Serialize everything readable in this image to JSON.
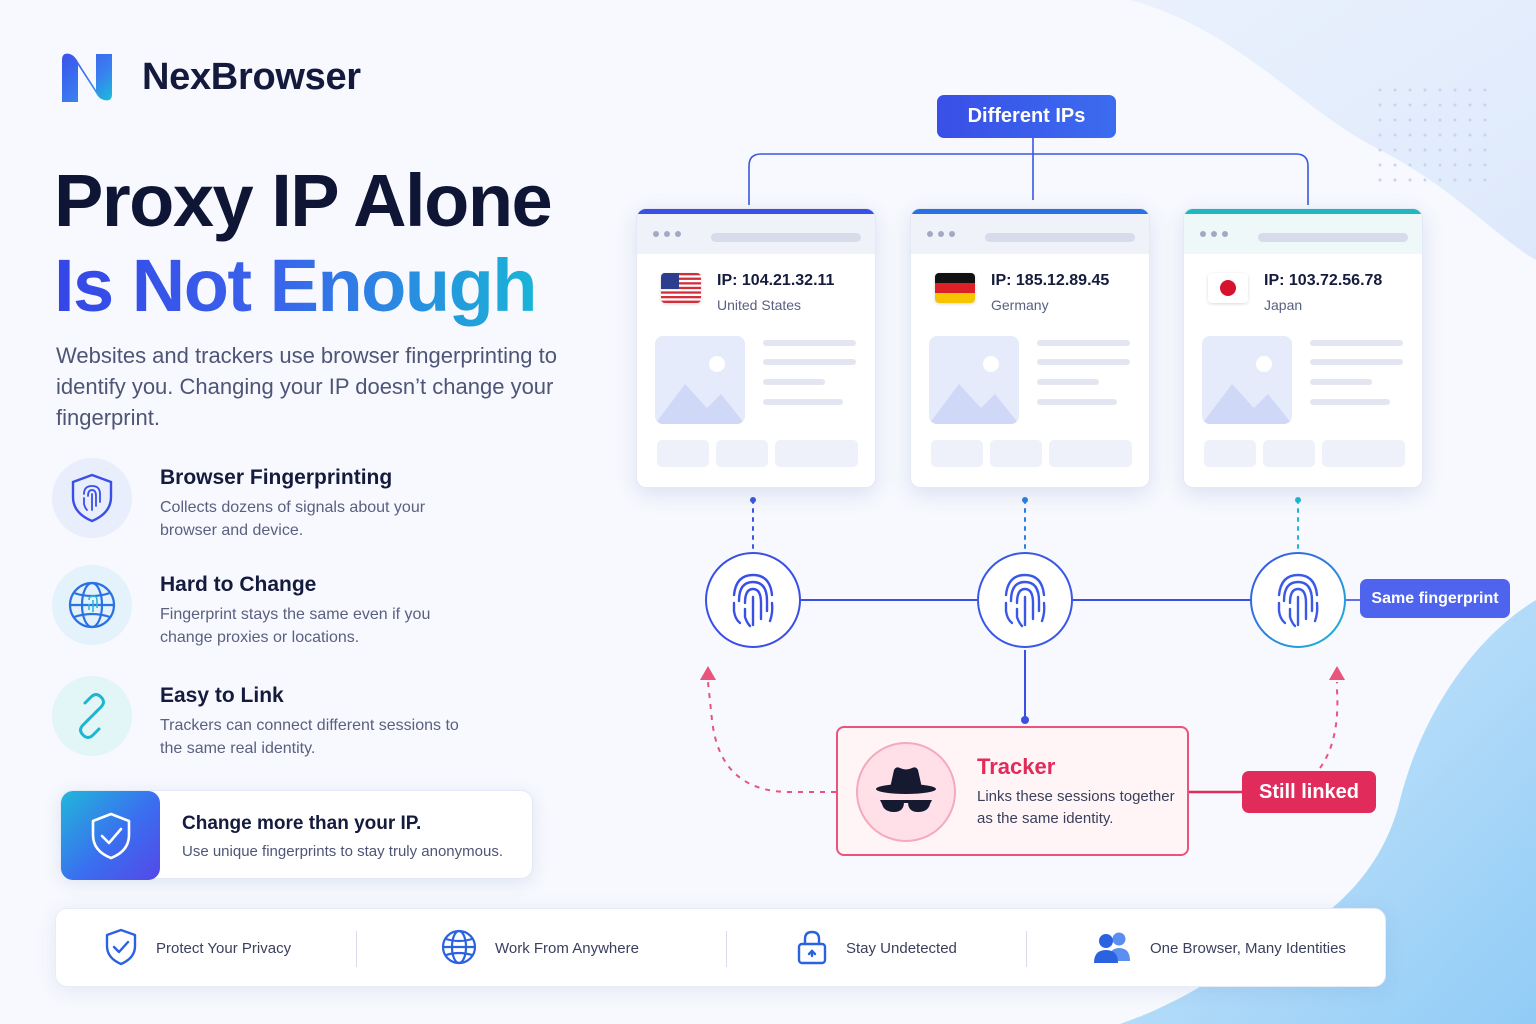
{
  "brand": {
    "name": "NexBrowser"
  },
  "headline": {
    "line1": "Proxy IP Alone",
    "line2": "Is Not Enough"
  },
  "subtitle": "Websites and trackers use browser fingerprinting to identify you. Changing your IP doesn’t change your fingerprint.",
  "features": [
    {
      "title": "Browser Fingerprinting",
      "desc": "Collects dozens of signals about your browser and device.",
      "icon": "shield-fingerprint-icon"
    },
    {
      "title": "Hard to Change",
      "desc": "Fingerprint stays the same even if you change proxies or locations.",
      "icon": "globe-icon"
    },
    {
      "title": "Easy to Link",
      "desc": "Trackers can connect different sessions to the same real identity.",
      "icon": "link-icon"
    }
  ],
  "cta": {
    "title": "Change more than your IP.",
    "desc": "Use unique fingerprints to stay truly anonymous."
  },
  "diagram": {
    "top_label": "Different IPs",
    "windows": [
      {
        "ip": "IP: 104.21.32.11",
        "country": "United States",
        "flag": "us-flag"
      },
      {
        "ip": "IP: 185.12.89.45",
        "country": "Germany",
        "flag": "de-flag"
      },
      {
        "ip": "IP: 103.72.56.78",
        "country": "Japan",
        "flag": "jp-flag"
      }
    ],
    "fingerprint_label": "Same fingerprint",
    "tracker": {
      "title": "Tracker",
      "desc": "Links these sessions together as the same identity."
    },
    "linked_label": "Still linked"
  },
  "bottom_bar": [
    {
      "label": "Protect Your Privacy",
      "icon": "shield-check-icon"
    },
    {
      "label": "Work From Anywhere",
      "icon": "globe-icon"
    },
    {
      "label": "Stay Undetected",
      "icon": "lock-icon"
    },
    {
      "label": "One Browser, Many Identities",
      "icon": "users-icon"
    }
  ],
  "colors": {
    "primary": "#3a4fe6",
    "teal": "#1fb8d3",
    "tracker": "#e02b5b",
    "dark": "#0f1535"
  }
}
